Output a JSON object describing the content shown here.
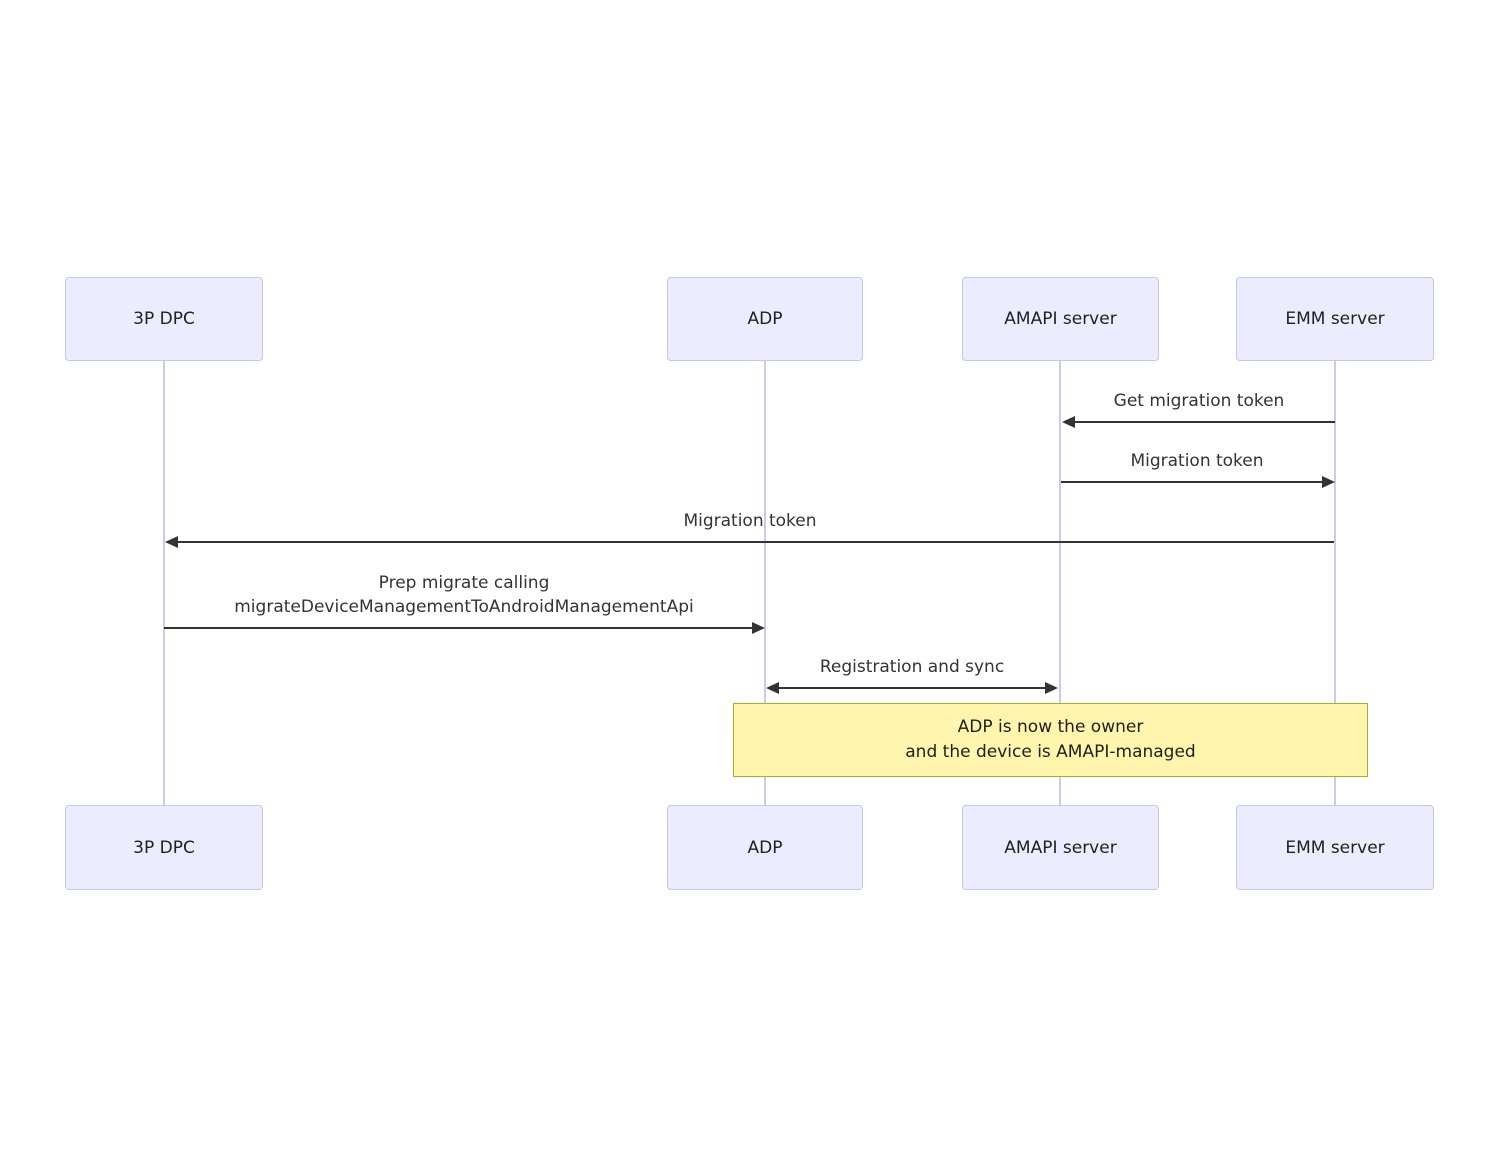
{
  "diagram_type": "sequence-diagram",
  "actors": [
    {
      "label": "3P DPC"
    },
    {
      "label": "ADP"
    },
    {
      "label": "AMAPI server"
    },
    {
      "label": "EMM server"
    }
  ],
  "messages": [
    {
      "label": "Get migration token",
      "from": "EMM server",
      "to": "AMAPI server",
      "arrow": "left"
    },
    {
      "label": "Migration token",
      "from": "AMAPI server",
      "to": "EMM server",
      "arrow": "right"
    },
    {
      "label": "Migration token",
      "from": "EMM server",
      "to": "3P DPC",
      "arrow": "left"
    },
    {
      "label_line1": "Prep migrate calling",
      "label_line2": "migrateDeviceManagementToAndroidManagementApi",
      "from": "3P DPC",
      "to": "ADP",
      "arrow": "right"
    },
    {
      "label": "Registration and sync",
      "from": "ADP",
      "to": "AMAPI server",
      "arrow": "both"
    }
  ],
  "note": {
    "line1": "ADP is now the owner",
    "line2": "and the device is AMAPI-managed",
    "over": "ADP, EMM server"
  },
  "colors": {
    "actor_fill": "#ECECFF",
    "actor_border": "#C8C5EA",
    "lifeline": "#CCC9EE",
    "arrow": "#333333",
    "text": "#333333",
    "note_fill": "#FFF5AD",
    "note_border": "#AAAA33"
  }
}
